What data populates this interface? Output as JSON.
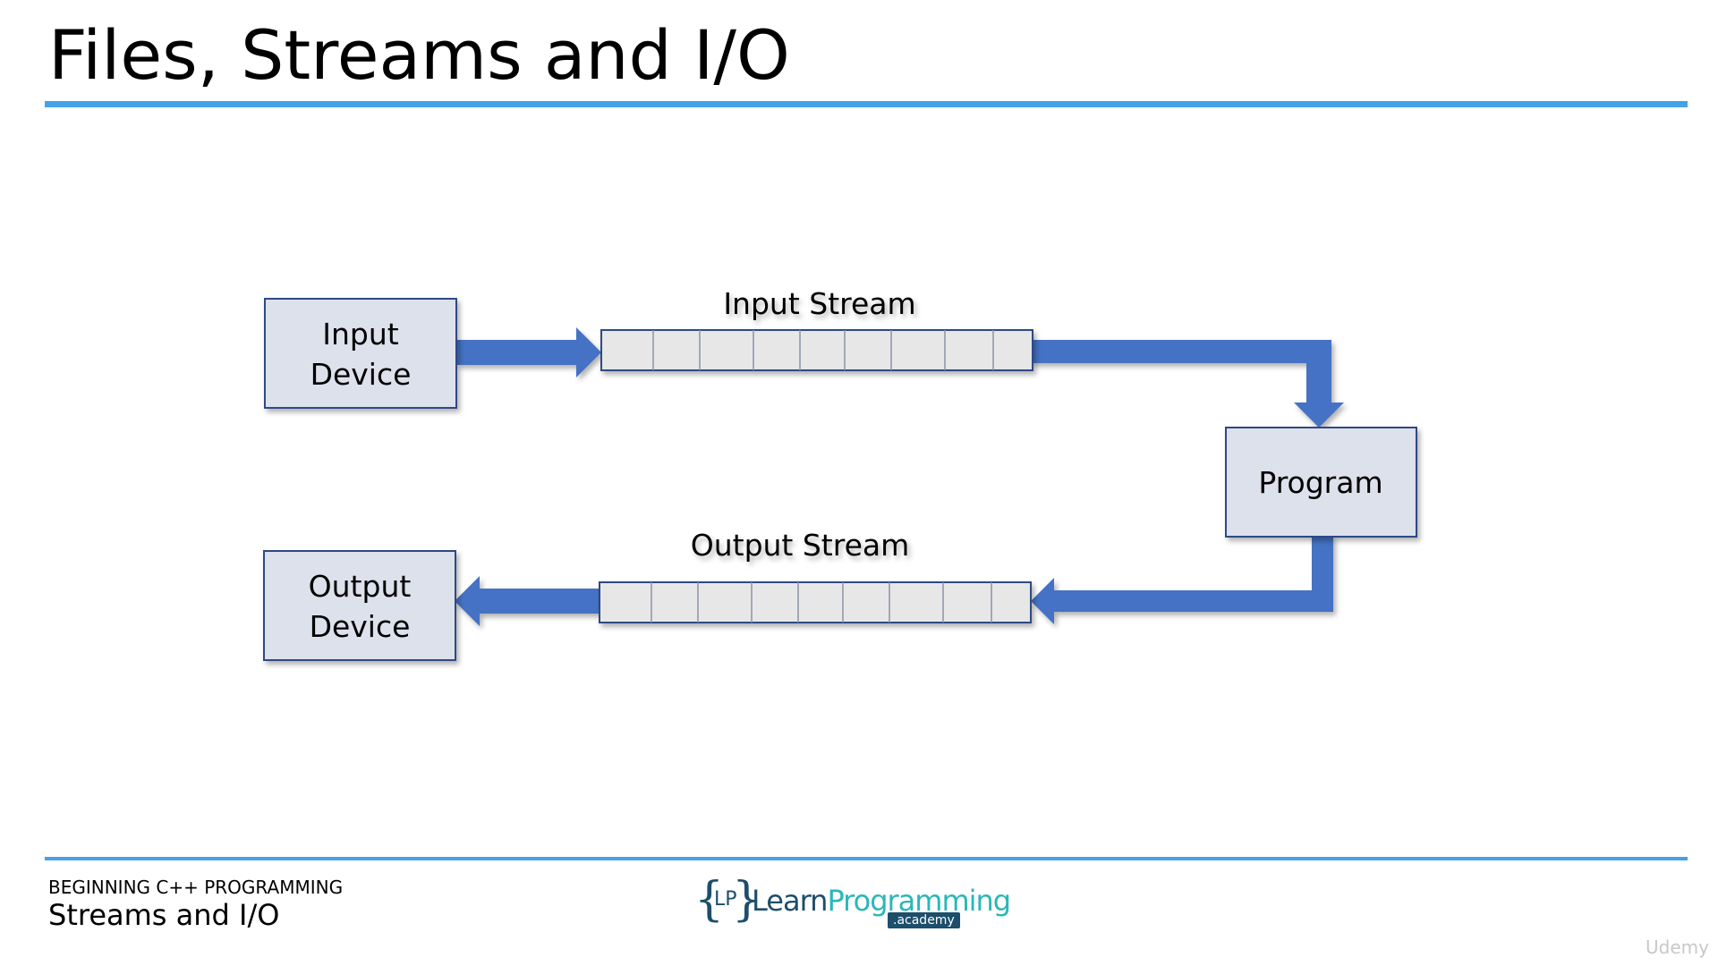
{
  "slide": {
    "title": "Files, Streams and I/O"
  },
  "diagram": {
    "input_device_lines": [
      "Input",
      "Device"
    ],
    "output_device_lines": [
      "Output",
      "Device"
    ],
    "program_label": "Program",
    "input_stream_label": "Input Stream",
    "output_stream_label": "Output Stream",
    "box_fill": "#dde1ec",
    "box_border": "#2f4a85",
    "arrow_color": "#4472c4",
    "stream_cell_fill": "#e7e7e7"
  },
  "footer": {
    "course": "BEGINNING C++ PROGRAMMING",
    "section": "Streams and I/O",
    "logo": {
      "brace_open": "{",
      "brace_close": "}",
      "initials": "LP",
      "name_part1": "Learn",
      "name_part2": "Programming",
      "badge": ".academy"
    },
    "watermark": "Udemy"
  }
}
